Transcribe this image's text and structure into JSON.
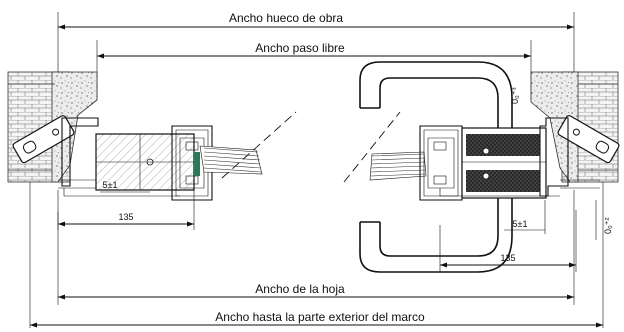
{
  "dimensions": {
    "wall_opening": "Ancho hueco de obra",
    "clear_passage": "Ancho paso libre",
    "leaf_width": "Ancho de la hoja",
    "frame_outer": "Ancho hasta la parte exterior del marco",
    "dim_135_left": "135",
    "dim_135_right": "135",
    "tol_left": "5±1",
    "tol_right": "5±1",
    "tol_top": "0₀⁺³",
    "tol_side": "0₀⁺²"
  },
  "colors": {
    "line": "#111111",
    "hatch": "#555555",
    "glass": "#2a7a5a"
  }
}
